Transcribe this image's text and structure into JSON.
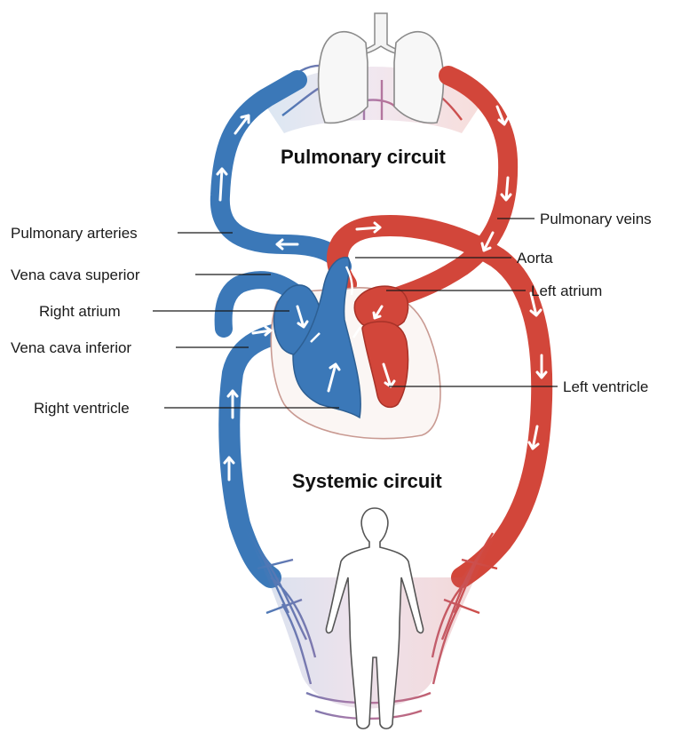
{
  "circuits": {
    "pulmonary": "Pulmonary circuit",
    "systemic": "Systemic circuit"
  },
  "labels": {
    "pulmonary_arteries": "Pulmonary arteries",
    "vena_cava_superior": "Vena cava superior",
    "right_atrium": "Right atrium",
    "vena_cava_inferior": "Vena cava inferior",
    "right_ventricle": "Right ventricle",
    "pulmonary_veins": "Pulmonary veins",
    "aorta": "Aorta",
    "left_atrium": "Left atrium",
    "left_ventricle": "Left ventricle"
  },
  "colors": {
    "deoxygenated": "#3b78b8",
    "oxygenated": "#d2463a",
    "mixed_capillary": "#b07aa8"
  }
}
